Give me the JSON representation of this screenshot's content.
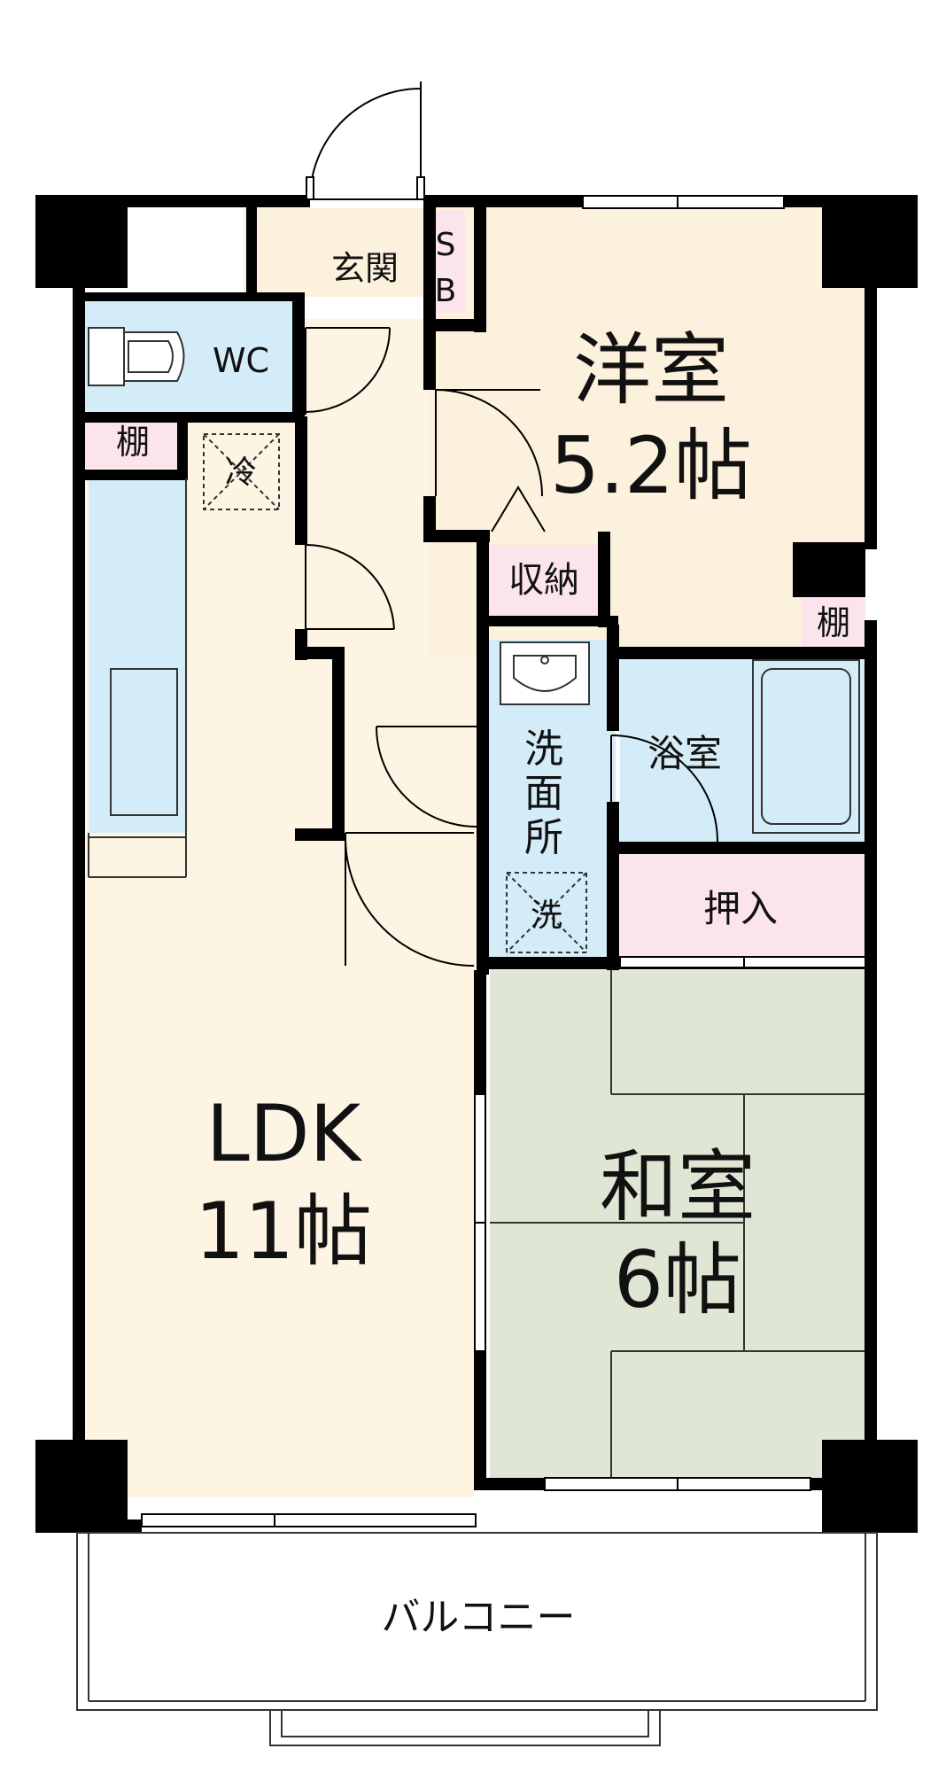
{
  "labels": {
    "entrance": "玄関",
    "shoe_box_line1": "S",
    "shoe_box_line2": "B",
    "wc": "WC",
    "shelf_left": "棚",
    "fridge": "冷",
    "western_room_name": "洋室",
    "western_room_size": "5.2帖",
    "closet": "収納",
    "shelf_right": "棚",
    "washroom_line1": "洗",
    "washroom_line2": "面",
    "washroom_line3": "所",
    "washer": "洗",
    "bathroom": "浴室",
    "oshiire": "押入",
    "ldk_name": "LDK",
    "ldk_size": "11帖",
    "japanese_room_name": "和室",
    "japanese_room_size": "6帖",
    "balcony": "バルコニー"
  },
  "colors": {
    "wall": "#000000",
    "living_floor": "#fdf4e3",
    "western_floor": "#fcf1dc",
    "wet_area": "#d3ecf8",
    "storage": "#fce4ec",
    "tatami": "#dfe6d3",
    "balcony": "#ffffff"
  }
}
